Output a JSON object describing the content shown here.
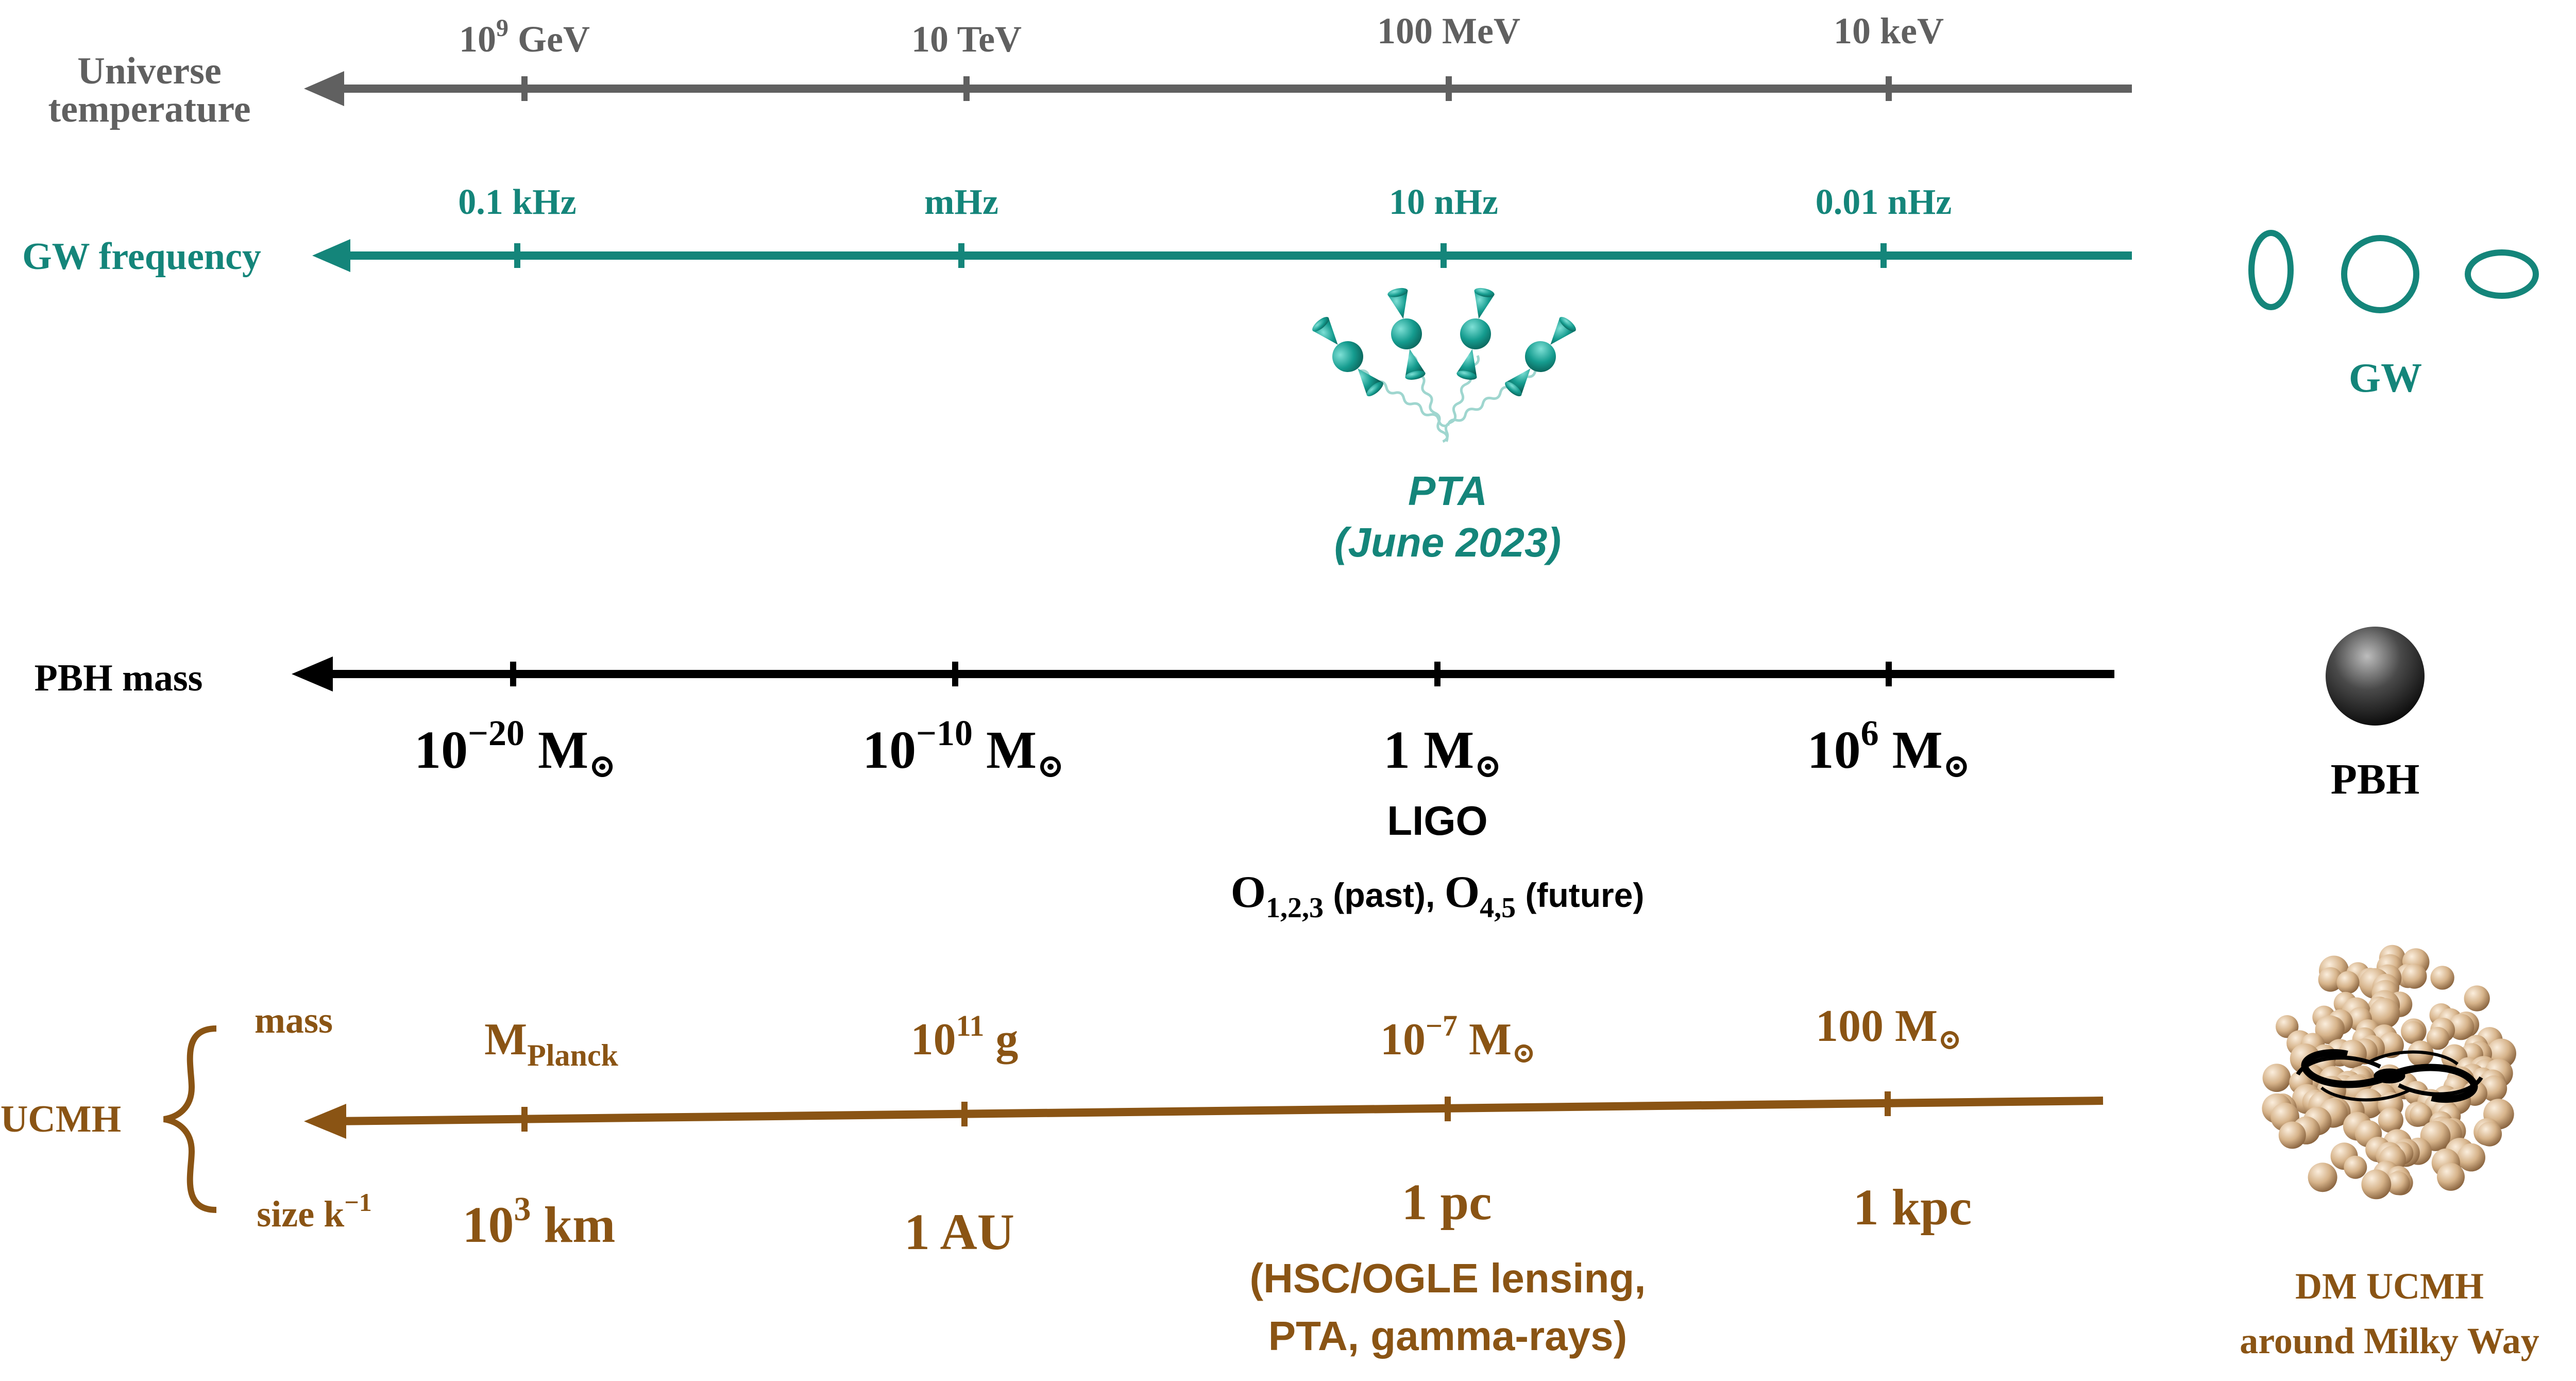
{
  "colors": {
    "gray": "#606060",
    "teal": "#14857a",
    "black": "#000000",
    "brown": "#8a5414",
    "teal_light": "#9fd6cf"
  },
  "temperature": {
    "label_line1": "Universe",
    "label_line2": "temperature",
    "ticks": [
      {
        "base": "10",
        "sup": "9",
        "unit": " GeV"
      },
      {
        "base": "10 TeV",
        "sup": "",
        "unit": ""
      },
      {
        "base": "100 MeV",
        "sup": "",
        "unit": ""
      },
      {
        "base": "10 keV",
        "sup": "",
        "unit": ""
      }
    ]
  },
  "gw": {
    "label": "GW frequency",
    "ticks": [
      "0.1 kHz",
      "mHz",
      "10 nHz",
      "0.01 nHz"
    ],
    "pta_line1": "PTA",
    "pta_line2": "(June 2023)",
    "icon_label": "GW",
    "icon_name": "gravitational-wave-polarization-icon"
  },
  "pbh": {
    "label": "PBH mass",
    "ticks": [
      {
        "base": "10",
        "sup": "−20",
        "unit": " M"
      },
      {
        "base": "10",
        "sup": "−10",
        "unit": " M"
      },
      {
        "base": "1",
        "sup": "",
        "unit": " M"
      },
      {
        "base": "10",
        "sup": "6",
        "unit": " M"
      }
    ],
    "sun_symbol": "⊙",
    "ligo": "LIGO",
    "obs_o1": "O",
    "obs_sub1": "1,2,3",
    "obs_past": " (past), ",
    "obs_o2": "O",
    "obs_sub2": "4,5",
    "obs_future": " (future)",
    "icon_label": "PBH",
    "icon_name": "black-hole-sphere-icon"
  },
  "ucmh": {
    "label": "UCMH",
    "mass_label": "mass",
    "size_label": "size k",
    "size_sup": "−1",
    "mass_ticks": [
      {
        "base": "M",
        "sub": "Planck",
        "sup": "",
        "unit": ""
      },
      {
        "base": "10",
        "sub": "",
        "sup": "11",
        "unit": " g"
      },
      {
        "base": "10",
        "sub": "",
        "sup": "−7",
        "unit": " M"
      },
      {
        "base": "100 M",
        "sub": "",
        "sup": "",
        "unit": ""
      }
    ],
    "size_ticks": [
      {
        "base": "10",
        "sup": "3",
        "unit": " km"
      },
      {
        "base": "1 AU",
        "sup": "",
        "unit": ""
      },
      {
        "base": "1 pc",
        "sup": "",
        "unit": ""
      },
      {
        "base": "1 kpc",
        "sup": "",
        "unit": ""
      }
    ],
    "constraints_line1": "(HSC/OGLE lensing,",
    "constraints_line2": "PTA, gamma-rays)",
    "icon_label_line1": "DM UCMH",
    "icon_label_line2": "around Milky Way",
    "icon_name": "dark-matter-minihalo-galaxy-icon"
  }
}
